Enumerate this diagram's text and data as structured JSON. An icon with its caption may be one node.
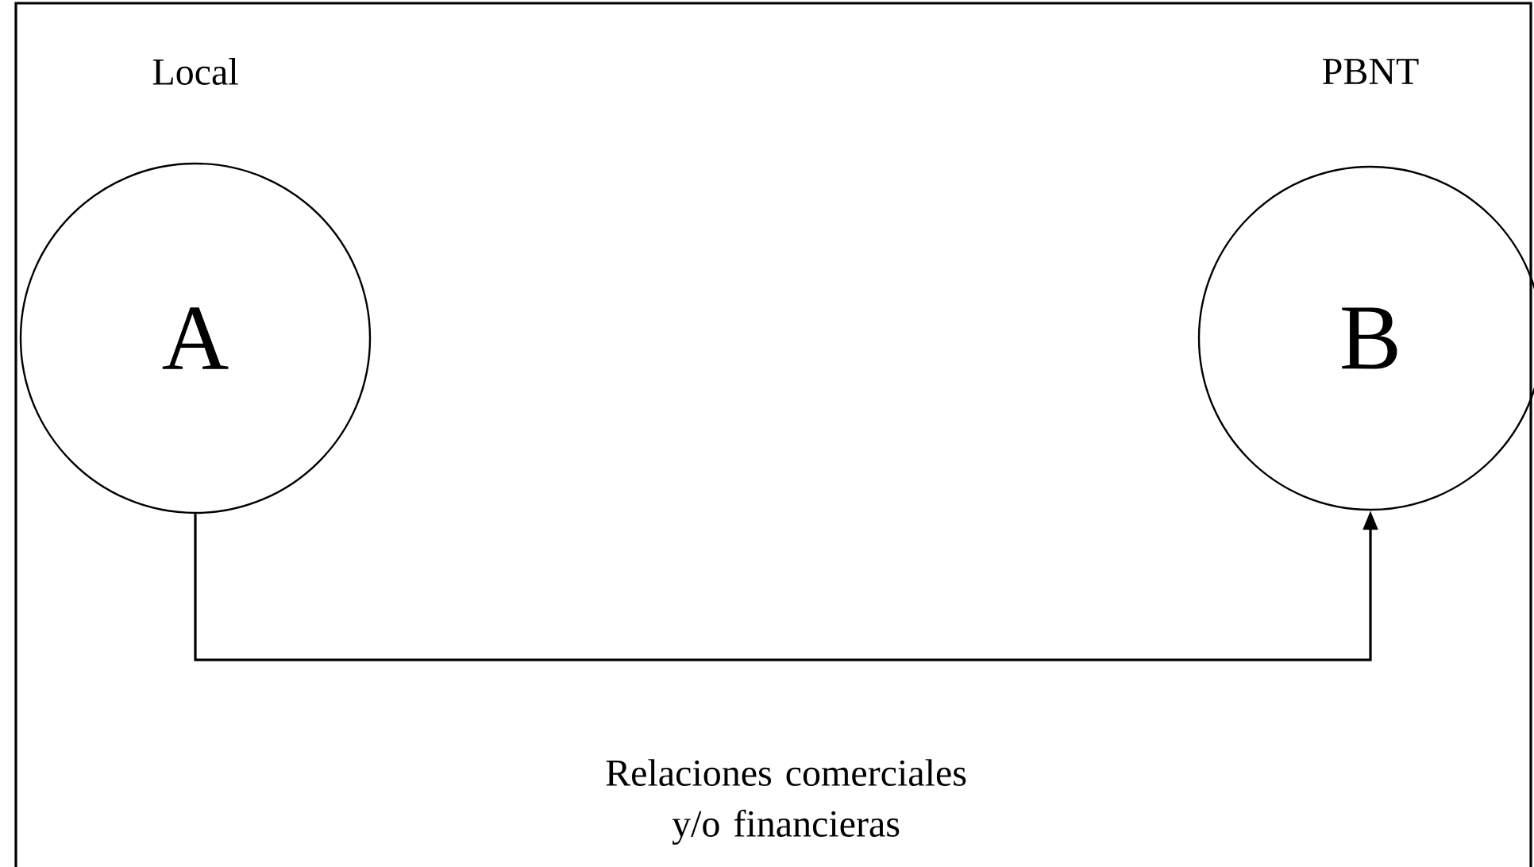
{
  "diagram": {
    "nodes": [
      {
        "text": [
          "A"
        ],
        "beside": [
          "Local"
        ]
      },
      {
        "text": [
          "B"
        ],
        "beside": [
          "PBNT"
        ]
      }
    ],
    "edges": [
      {
        "from": 0,
        "to": 1,
        "arrow": "to",
        "label": "Relaciones comerciales y/o financieras"
      }
    ]
  }
}
